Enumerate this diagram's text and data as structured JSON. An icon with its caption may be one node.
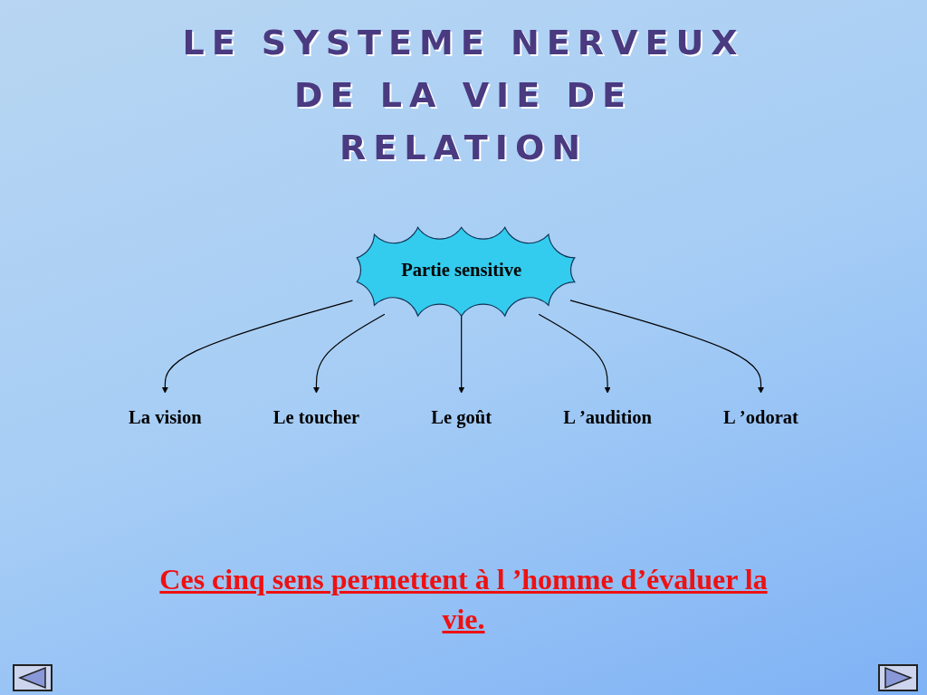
{
  "diagram": {
    "title": "LE SYSTEME NERVEUX DE LA VIE DE RELATION",
    "nodes": [
      {
        "text": [
          "La vision"
        ]
      },
      {
        "text": [
          "Le toucher"
        ]
      },
      {
        "text": [
          "Le goût"
        ]
      },
      {
        "text": [
          "Partie sensitive"
        ]
      },
      {
        "text": [
          "L ’audition"
        ]
      },
      {
        "text": [
          "L ’odorat"
        ]
      }
    ],
    "edges": [
      {
        "from": 3,
        "to": 0,
        "arrow": "to"
      },
      {
        "from": 3,
        "to": 1,
        "arrow": "to"
      },
      {
        "from": 3,
        "to": 2,
        "arrow": "to"
      },
      {
        "from": 3,
        "to": 4,
        "arrow": "to"
      },
      {
        "from": 3,
        "to": 5,
        "arrow": "to"
      }
    ],
    "caption": "Ces cinq sens permettent à l ’homme d’évaluer la vie."
  }
}
